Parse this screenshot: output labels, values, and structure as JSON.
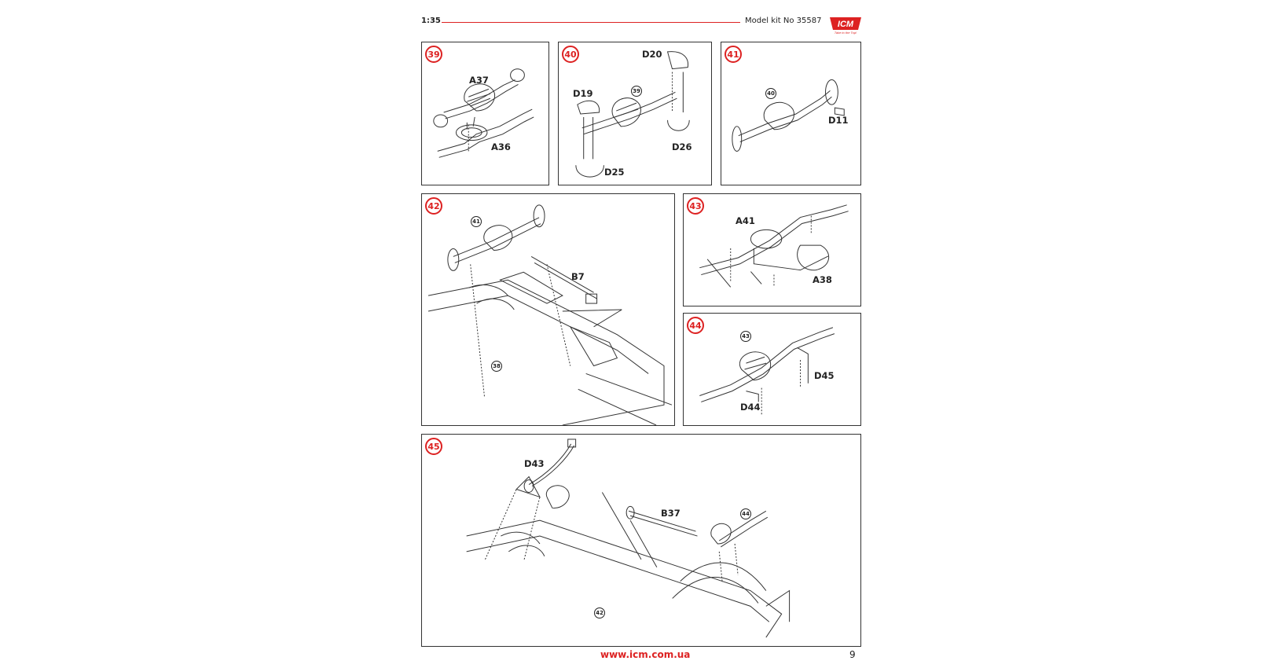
{
  "header": {
    "scale": "1:35",
    "kit_number": "Model kit No 35587",
    "logo_text": "ICM",
    "logo_tagline": "Take to the Top!",
    "accent_color": "#d22222"
  },
  "steps": [
    {
      "number": "39",
      "parts": [
        "A37",
        "A36"
      ]
    },
    {
      "number": "40",
      "parts": [
        "D20",
        "D19",
        "D26",
        "D25"
      ],
      "refs": [
        "39"
      ]
    },
    {
      "number": "41",
      "parts": [
        "D11"
      ],
      "refs": [
        "40"
      ]
    },
    {
      "number": "42",
      "parts": [
        "B7"
      ],
      "refs": [
        "41",
        "38"
      ]
    },
    {
      "number": "43",
      "parts": [
        "A41",
        "A38"
      ]
    },
    {
      "number": "44",
      "parts": [
        "D45",
        "D44"
      ],
      "refs": [
        "43"
      ]
    },
    {
      "number": "45",
      "parts": [
        "D43",
        "B37"
      ],
      "refs": [
        "44",
        "42"
      ]
    }
  ],
  "footer": {
    "url": "www.icm.com.ua",
    "page_number": "9"
  }
}
